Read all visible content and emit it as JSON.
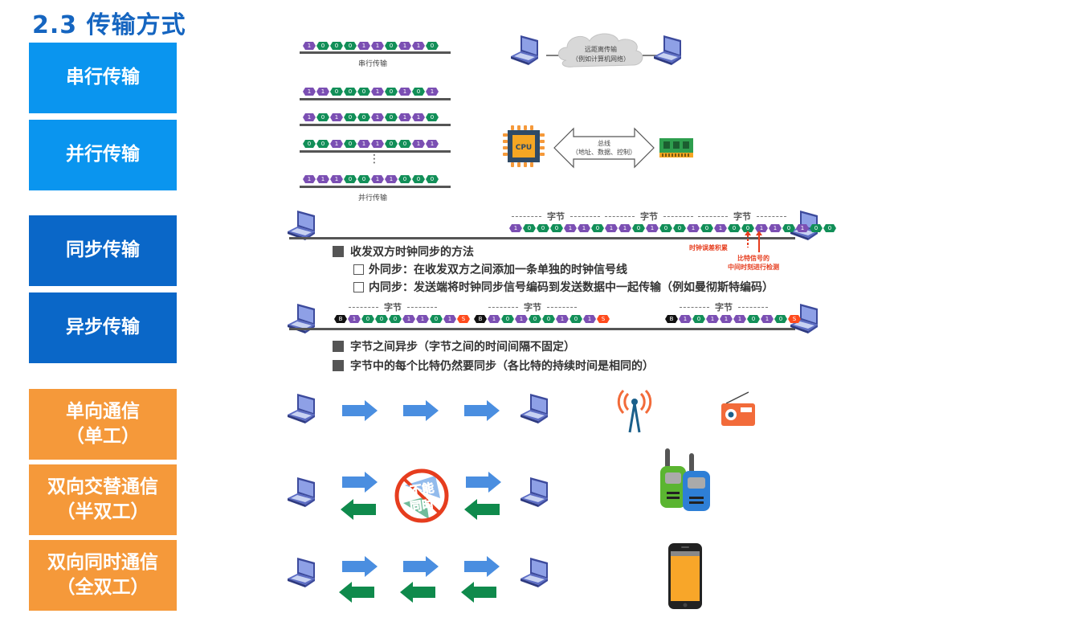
{
  "title": "2.3 传输方式",
  "sidebar": {
    "items": [
      {
        "label": "串行传输",
        "style": "light-blue"
      },
      {
        "label": "并行传输",
        "style": "light-blue"
      },
      {
        "label": "同步传输",
        "style": "dark-blue"
      },
      {
        "label": "异步传输",
        "style": "dark-blue"
      },
      {
        "label": "单向通信",
        "sub": "（单工）",
        "style": "orange"
      },
      {
        "label": "双向交替通信",
        "sub": "（半双工）",
        "style": "orange"
      },
      {
        "label": "双向同时通信",
        "sub": "（全双工）",
        "style": "orange"
      }
    ]
  },
  "colors": {
    "light_blue": "#0a95ef",
    "dark_blue": "#0a67c8",
    "orange": "#f5993a",
    "bit_one": "#7b4fb3",
    "bit_zero": "#128f58",
    "start_bit": "#111111",
    "stop_bit": "#ff4a1c",
    "note_red": "#e63d1e",
    "arrow_blue": "#4a8ee0",
    "arrow_green": "#0f8a4c"
  },
  "serial": {
    "bits": "1000110110",
    "caption": "串行传输"
  },
  "parallel": {
    "rows": [
      "1100010101",
      "1010010110",
      "0010110011",
      "1110011000"
    ],
    "ellipsis": "⋮",
    "caption": "并行传输"
  },
  "long_distance": {
    "line1": "远距离传输",
    "line2": "（例如计算机网络）"
  },
  "bus": {
    "cpu_label": "CPU",
    "line1": "总线",
    "line2": "（地址、数据、控制）"
  },
  "sync": {
    "byte_label": "字节",
    "bytes": [
      "10001101",
      "10100101",
      "00110100"
    ],
    "note_clock": "时钟误差积累",
    "note_detect_1": "比特信号的",
    "note_detect_2": "中间时刻进行检测",
    "heading": "收发双方时钟同步的方法",
    "external": "外同步：在收发双方之间添加一条单独的时钟信号线",
    "internal": "内同步：发送端将时钟同步信号编码到发送数据中一起传输（例如曼彻斯特编码）"
  },
  "async": {
    "byte_label": "字节",
    "start_symbol": "B",
    "stop_symbol": "S",
    "bytes": [
      "10001101",
      "10100101",
      "10111010"
    ],
    "point1": "字节之间异步（字节之间的时间间隔不固定）",
    "point2": "字节中的每个比特仍然要同步（各比特的持续时间是相同的）"
  },
  "half_duplex": {
    "badge_line1": "不能",
    "badge_line2": "同时"
  },
  "examples": {
    "simplex": [
      "radio-tower-icon",
      "radio-icon"
    ],
    "half_duplex": [
      "walkie-talkie-icon"
    ],
    "full_duplex": [
      "smartphone-icon"
    ]
  }
}
